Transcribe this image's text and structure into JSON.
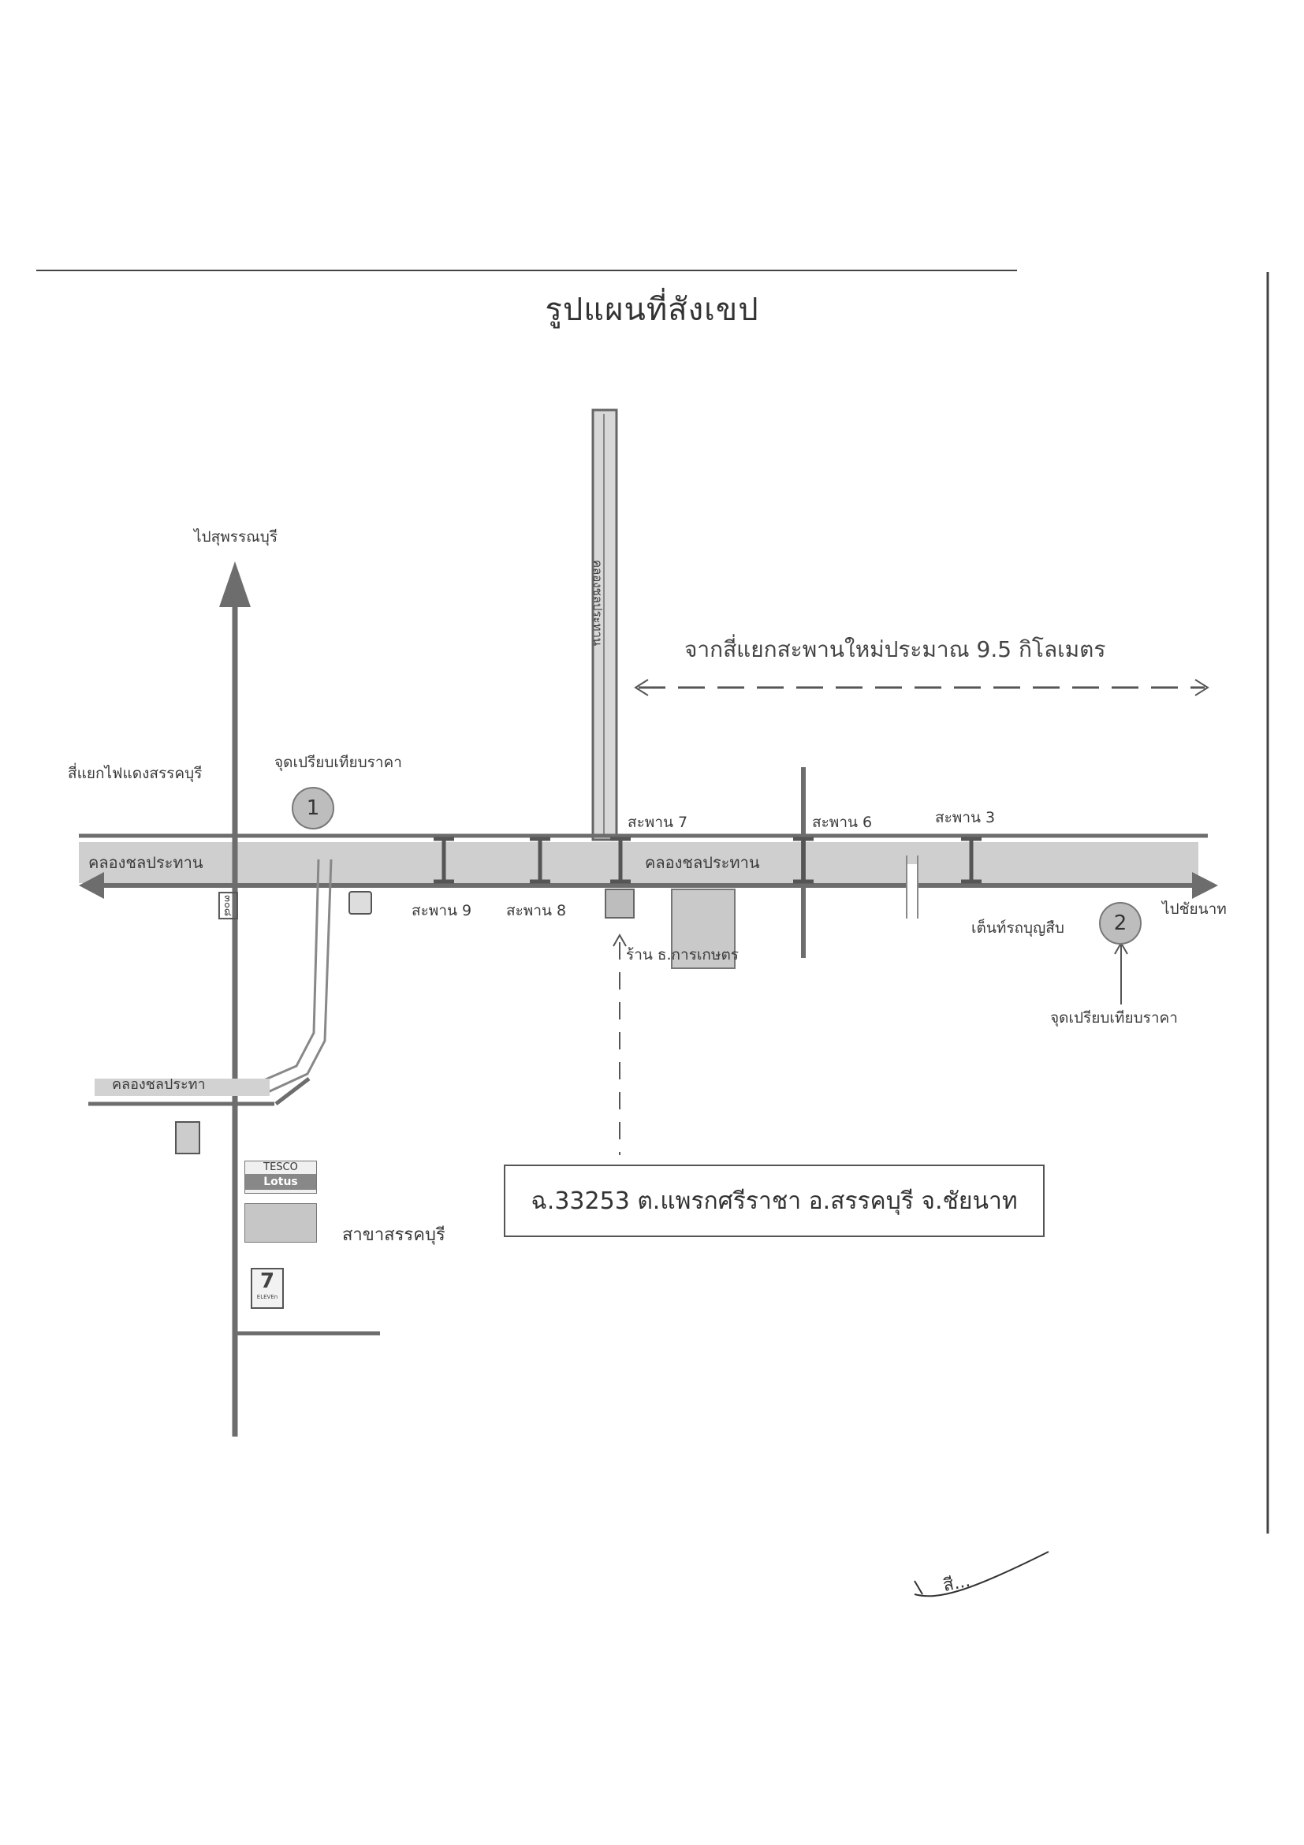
{
  "title": "รูปแผนที่สังเขป",
  "distance_note": "จากสี่แยกสะพานใหม่ประมาณ 9.5 กิโลเมตร",
  "labels": {
    "to_suphan": "ไปสุพรรณบุรี",
    "intersection": "สี่แยกไฟแดงสรรคบุรี",
    "compare_point_1": "จุดเปรียบเทียบราคา",
    "canal_left": "คลองชลประทาน",
    "canal_center": "คลองชลประทาน",
    "canal_lower": "คลองชลประทา",
    "canal_vertical": "คลองชลประทาน",
    "bridge_7": "สะพาน 7",
    "bridge_6": "สะพาน 6",
    "bridge_3": "สะพาน 3",
    "bridge_9": "สะพาน 9",
    "bridge_8": "สะพาน 8",
    "shop": "ร้าน ธ.การเกษตร",
    "to_chainat": "ไปชัยนาท",
    "tent": "เต็นท์รถบุญสืบ",
    "compare_point_2": "จุดเปรียบเทียบราคา",
    "branch": "สาขาสรรคบุรี",
    "route_sign": "๓๐๘"
  },
  "markers": {
    "one": "1",
    "two": "2"
  },
  "address": "ฉ.33253 ต.แพรกศรีราชา อ.สรรคบุรี จ.ชัยนาท",
  "logos": {
    "tesco": "TESCO",
    "lotus": "Lotus",
    "seven": "7",
    "seven_sub": "ELEVEn"
  },
  "signature": "สี...",
  "colors": {
    "road": "#6d6d6d",
    "canal": "#c9c9c9",
    "ink": "#3a3a3a"
  }
}
